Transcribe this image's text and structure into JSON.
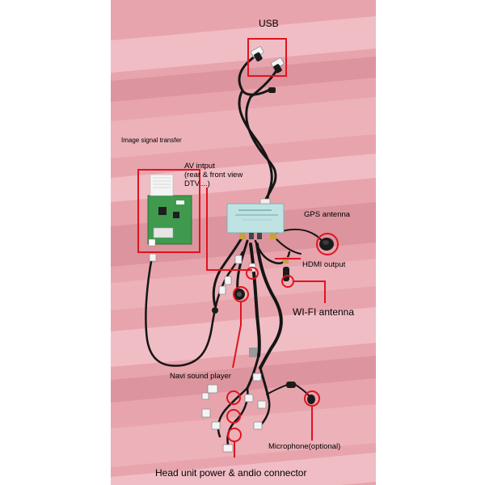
{
  "background": {
    "page_color": "#ffffff",
    "panel_base_color": "#e8a4ad",
    "stripe_colors": [
      "#f3c6cd",
      "#d88f9a",
      "#eeb5bd"
    ]
  },
  "highlight_color": "#e0141e",
  "labels": {
    "usb": "USB",
    "image_signal_transfer": "Image signal transfer",
    "av_input_line1": "AV intput",
    "av_input_line2": "(rear & front view",
    "av_input_line3": "DTV....)",
    "gps_antenna": "GPS antenna",
    "hdmi_output": "HDMI output",
    "wifi_antenna": "WI-FI antenna",
    "navi_sound_player": "Navi sound player",
    "microphone": "Microphone(optional)",
    "head_unit": "Head unit power & andio connector"
  },
  "components": {
    "navigation_box": {
      "name": "navigation-interface-box",
      "color": "#bfe3e3"
    },
    "signal_board": {
      "name": "image-signal-transfer-board",
      "color": "#3f9a4e"
    },
    "gps_antenna": {
      "name": "gps-antenna-puck",
      "color": "#1b1b1b"
    },
    "microphone": {
      "name": "microphone-icon",
      "color": "#1b1b1b"
    }
  }
}
